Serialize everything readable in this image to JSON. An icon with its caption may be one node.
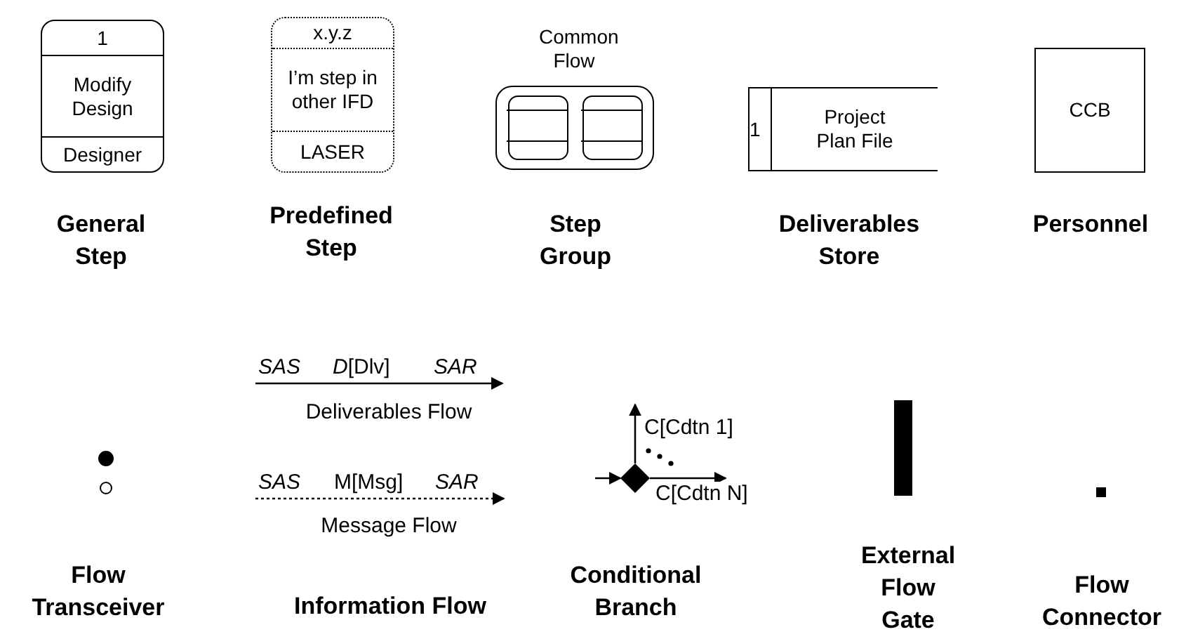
{
  "diagram": {
    "nodes": [
      {
        "text": [
          "1",
          "Modify Design",
          "Designer"
        ],
        "beside": [
          "General Step"
        ]
      },
      {
        "text": [
          "x.y.z",
          "I’m step in other IFD",
          "LASER"
        ],
        "beside": [
          "Predefined Step"
        ]
      },
      {
        "text": [
          "Common Flow"
        ],
        "beside": [
          "Step Group"
        ]
      },
      {
        "text": [],
        "shape": "box",
        "in": 2
      },
      {
        "text": [],
        "shape": "box",
        "in": 2
      },
      {
        "text": [
          "1",
          "Project Plan File"
        ],
        "beside": [
          "Deliverables Store"
        ]
      },
      {
        "text": [
          "CCB"
        ],
        "beside": [
          "Personnel"
        ]
      },
      {
        "text": [],
        "shape": "circle"
      },
      {
        "text": [],
        "shape": "circle"
      },
      {
        "text": [],
        "shape": "diamond",
        "beside": [
          "Conditional Branch"
        ]
      },
      {
        "text": [],
        "shape": "bar",
        "beside": [
          "External Flow Gate"
        ]
      },
      {
        "text": [],
        "shape": "box",
        "beside": [
          "Flow Connector"
        ]
      }
    ],
    "edges": [
      {
        "from": null,
        "to": 9,
        "arrow": "to"
      },
      {
        "from": 9,
        "to": null,
        "arrow": "to",
        "label": "C[Cdtn 1]"
      },
      {
        "from": 9,
        "to": null,
        "arrow": "to",
        "label": "C[Cdtn N]"
      }
    ],
    "labels": [
      "SAS",
      "*D*[Dlv]",
      "SAR",
      "Deliverables Flow",
      "SAS",
      "M[Msg]",
      "SAR",
      "Message Flow",
      "Flow Transceiver",
      "Information Flow"
    ]
  }
}
